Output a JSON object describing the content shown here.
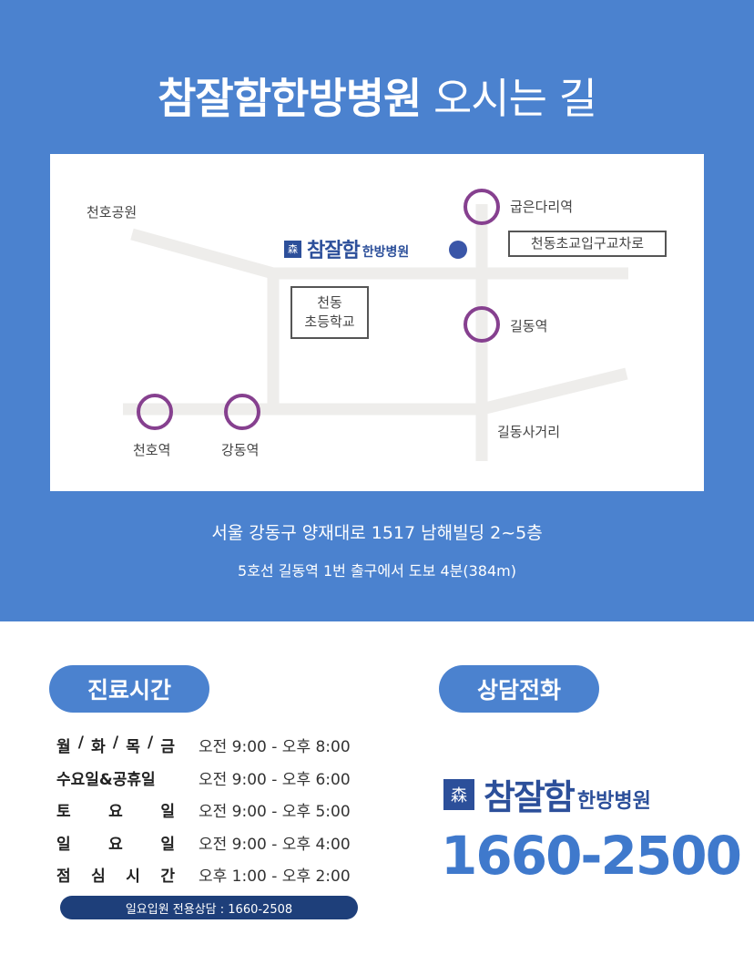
{
  "header": {
    "title_bold": "참잘함한방병원",
    "title_light": "오시는 길"
  },
  "map": {
    "labels": {
      "park": "천호공원",
      "gubeundari": "굽은다리역",
      "intersection_box": "천동초교입구교차로",
      "school_line1": "천동",
      "school_line2": "초등학교",
      "gildong": "길동역",
      "cheonho": "천호역",
      "gangdong": "강동역",
      "gildong_intersection": "길동사거리"
    },
    "logo": {
      "emblem": "森",
      "name": "참잘함",
      "sub": "한방병원"
    },
    "colors": {
      "road": "#eeedeb",
      "station": "#86408f",
      "hospital": "#3a56a8"
    }
  },
  "address": {
    "line1": "서울 강동구 양재대로 1517 남해빌딩 2~5층",
    "line2": "5호선 길동역 1번 출구에서 도보 4분(384m)"
  },
  "hours_section": {
    "title": "진료시간",
    "rows": [
      {
        "label": [
          "월",
          "/",
          "화",
          "/",
          "목",
          "/",
          "금"
        ],
        "value": "오전 9:00 - 오후 8:00"
      },
      {
        "label": [
          "수요일&공휴일"
        ],
        "value": "오전 9:00 - 오후 6:00"
      },
      {
        "label": [
          "토",
          "요",
          "일"
        ],
        "value": "오전 9:00 - 오후 5:00"
      },
      {
        "label": [
          "일",
          "요",
          "일"
        ],
        "value": "오전 9:00 - 오후 4:00"
      },
      {
        "label": [
          "점",
          "심",
          "시",
          "간"
        ],
        "value": "오후 1:00 - 오후 2:00"
      }
    ],
    "sunday_note": "일요입원 전용상담 : 1660-2508"
  },
  "contact_section": {
    "title": "상담전화",
    "logo": {
      "emblem": "森",
      "name": "참잘함",
      "sub": "한방병원"
    },
    "phone": "1660-2500"
  },
  "colors": {
    "primary_blue": "#4b82cf",
    "dark_navy": "#1e3f7a",
    "logo_blue": "#2c4f9a",
    "phone_blue": "#3f79cc"
  }
}
